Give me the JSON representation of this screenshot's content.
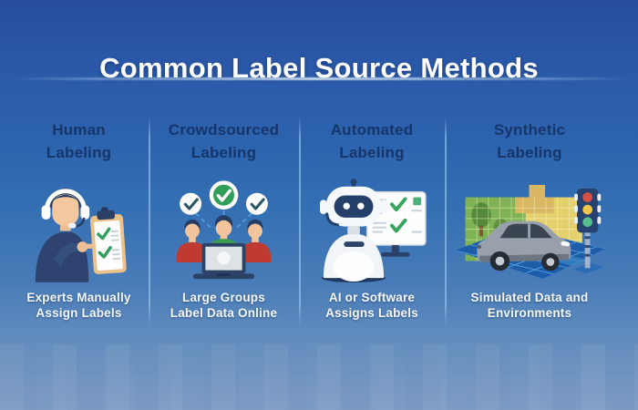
{
  "title": "Common Label Source Methods",
  "columns": [
    {
      "heading_line1": "Human",
      "heading_line2": "Labeling",
      "caption_line1": "Experts Manually",
      "caption_line2": "Assign Labels",
      "icon": "human-labeler-with-clipboard-illustration"
    },
    {
      "heading_line1": "Crowdsourced",
      "heading_line2": "Labeling",
      "caption_line1": "Large Groups",
      "caption_line2": "Label Data Online",
      "icon": "crowd-with-laptop-and-checkmarks-illustration"
    },
    {
      "heading_line1": "Automated",
      "heading_line2": "Labeling",
      "caption_line1": "AI or Software",
      "caption_line2": "Assigns Labels",
      "icon": "robot-with-screen-illustration"
    },
    {
      "heading_line1": "Synthetic",
      "heading_line2": "Labeling",
      "caption_line1": "Simulated Data and",
      "caption_line2": "Environments",
      "icon": "simulated-driving-scene-illustration"
    }
  ],
  "colors": {
    "title": "#ffffff",
    "heading": "#16356b",
    "caption": "#f4f8fc",
    "background_top": "#284d9e",
    "background_bottom": "#7e9cc4",
    "divider": "#a5cdf0",
    "accent_green": "#2f9e57",
    "accent_red": "#bf3a31",
    "accent_navy": "#263c63"
  }
}
